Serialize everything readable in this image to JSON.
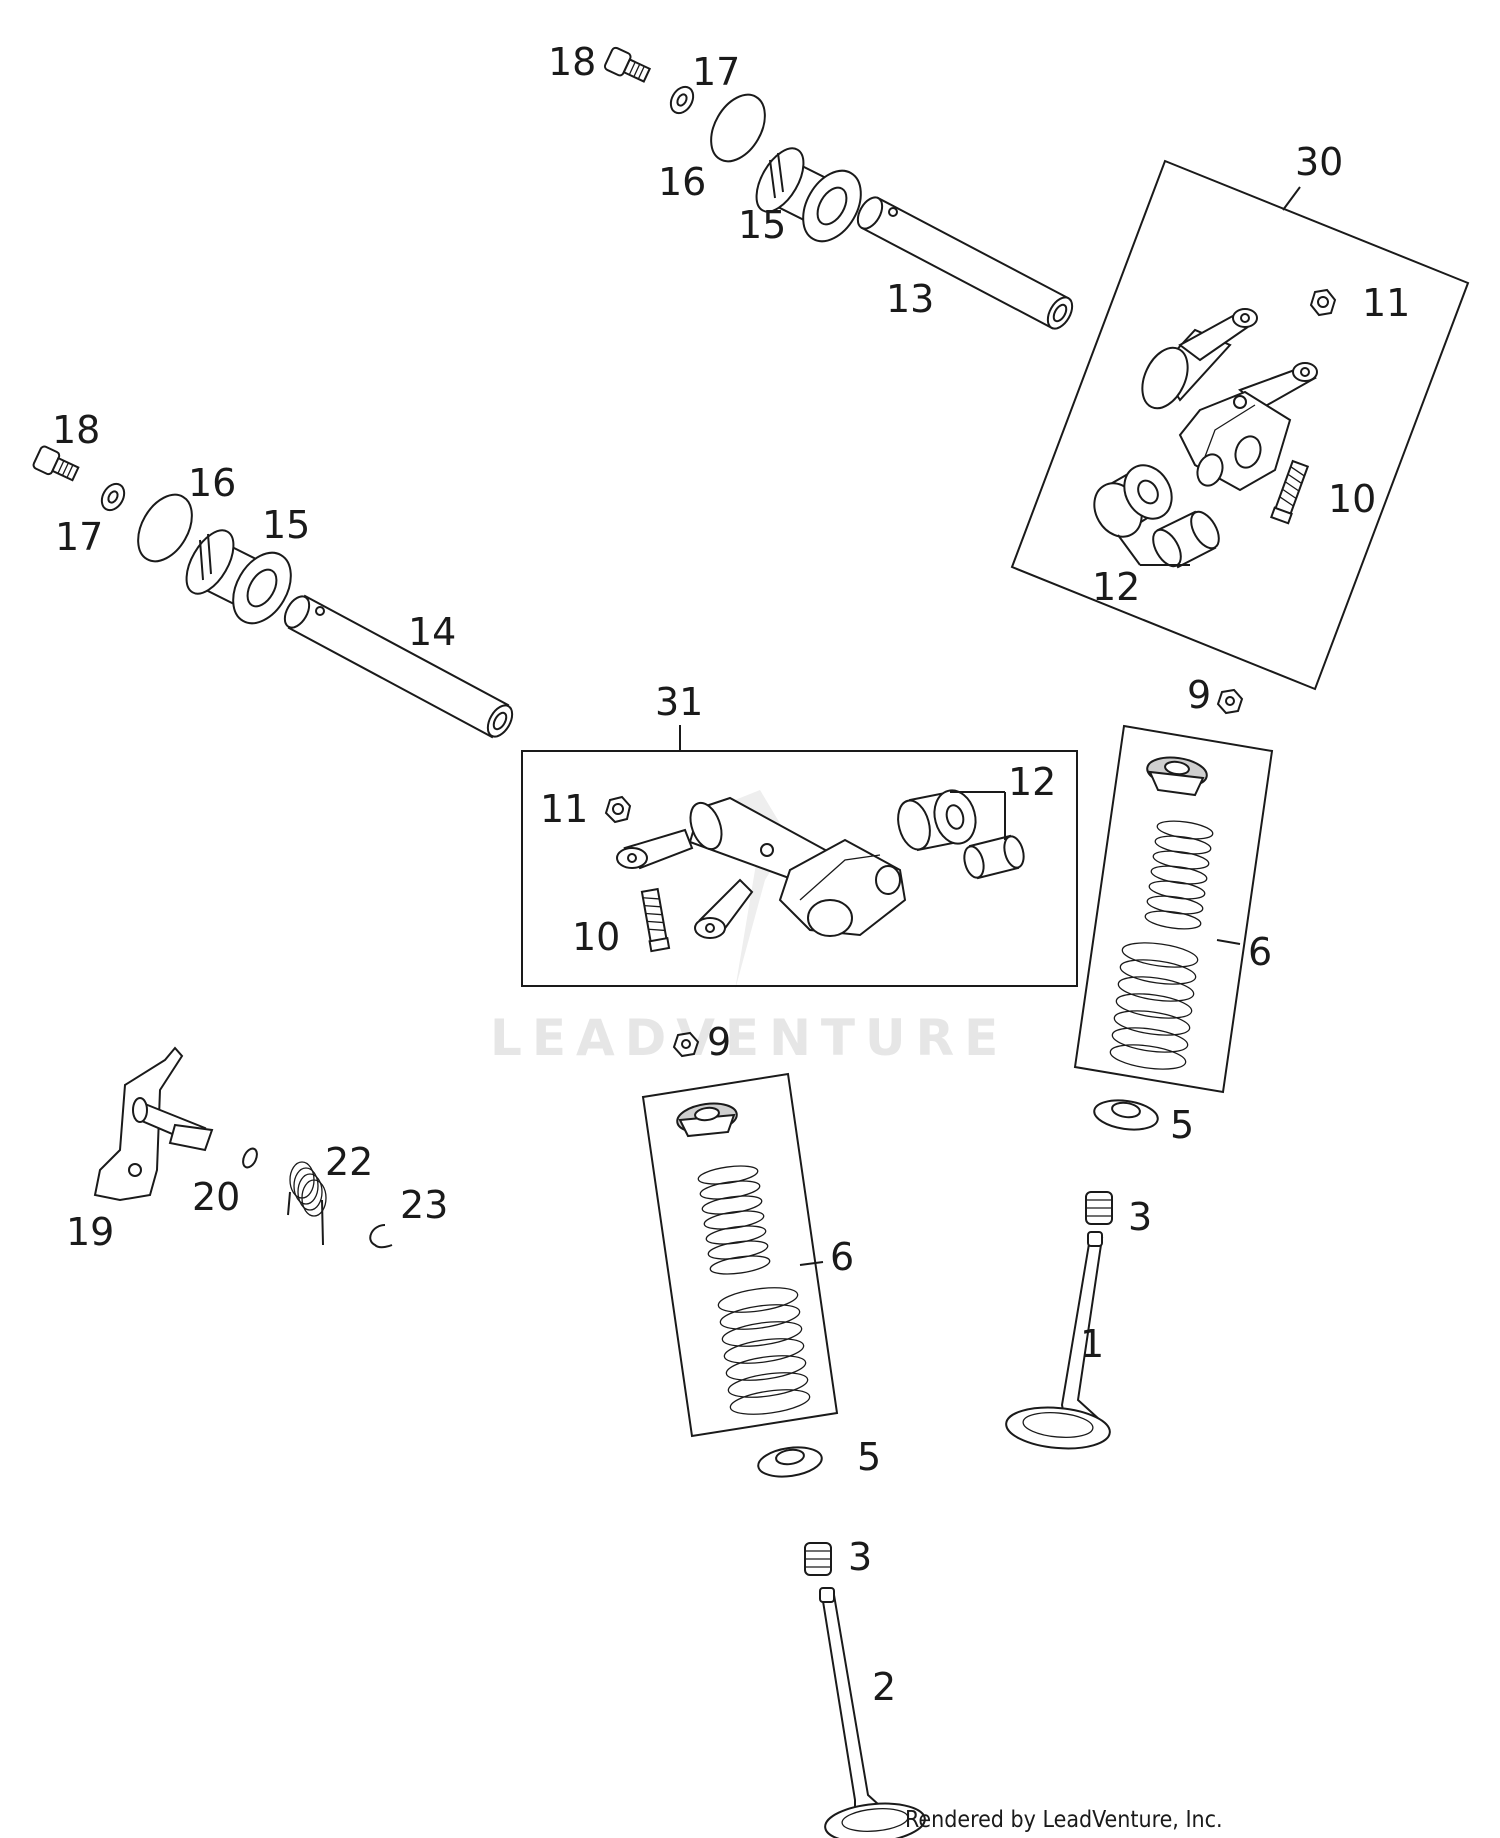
{
  "labels": {
    "l18a": "18",
    "l17a": "17",
    "l16a": "16",
    "l15a": "15",
    "l13": "13",
    "l30": "30",
    "l11a": "11",
    "l10a": "10",
    "l12a": "12",
    "l18b": "18",
    "l17b": "17",
    "l16b": "16",
    "l15b": "15",
    "l14": "14",
    "l31": "31",
    "l11b": "11",
    "l12b": "12",
    "l10b": "10",
    "l9a": "9",
    "l6a": "6",
    "l5a": "5",
    "l3a": "3",
    "l1": "1",
    "l9b": "9",
    "l6b": "6",
    "l5b": "5",
    "l3b": "3",
    "l2": "2",
    "l19": "19",
    "l20": "20",
    "l22": "22",
    "l23": "23"
  },
  "watermark": "LEADVENTURE",
  "credit": "Rendered by LeadVenture, Inc."
}
